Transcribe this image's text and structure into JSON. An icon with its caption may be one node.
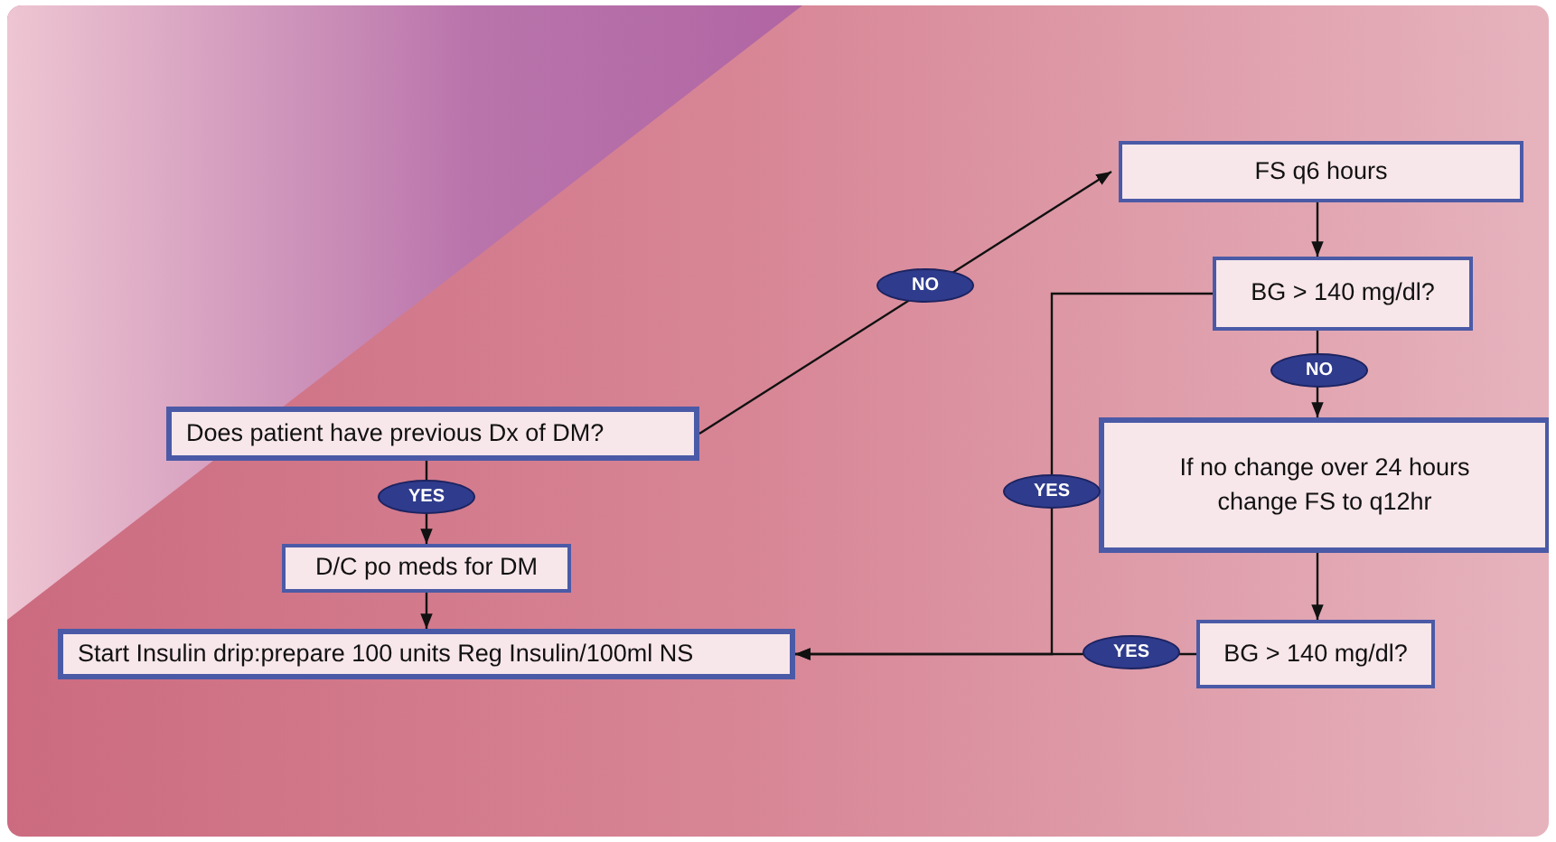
{
  "diagram": {
    "nodes": [
      {
        "text": [
          "Does patient have previous Dx of DM?"
        ]
      },
      {
        "text": [
          "D/C po meds for DM"
        ]
      },
      {
        "text": [
          "Start Insulin drip:prepare 100 units Reg Insulin/100ml NS"
        ]
      },
      {
        "text": [
          "FS q6 hours"
        ]
      },
      {
        "text": [
          "BG > 140 mg/dl?"
        ]
      },
      {
        "text": [
          "If no change over 24 hours change FS to q12hr"
        ]
      },
      {
        "text": [
          "BG > 140 mg/dl?"
        ]
      }
    ],
    "edges": [
      {
        "from": 0,
        "to": 1,
        "arrow": "to",
        "label": "YES"
      },
      {
        "from": 1,
        "to": 2,
        "arrow": "to"
      },
      {
        "from": 0,
        "to": 3,
        "arrow": "to",
        "label": "NO"
      },
      {
        "from": 3,
        "to": 4,
        "arrow": "to"
      },
      {
        "from": 4,
        "to": 5,
        "arrow": "to",
        "label": "NO"
      },
      {
        "from": 5,
        "to": 6,
        "arrow": "to"
      },
      {
        "from": 6,
        "to": 2,
        "arrow": "to",
        "label": "YES"
      },
      {
        "from": 4,
        "to": 2,
        "arrow": "to",
        "label": "YES"
      }
    ]
  }
}
